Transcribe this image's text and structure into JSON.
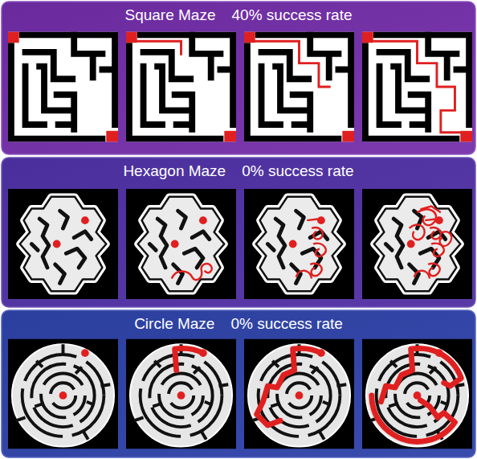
{
  "diagram": {
    "nodes": [
      {
        "text": [
          "Square Maze",
          "40% success rate"
        ]
      },
      {
        "text": [
          "Hexagon Maze",
          "0% success rate"
        ]
      },
      {
        "text": [
          "Circle Maze",
          "0% success rate"
        ]
      }
    ]
  }
}
